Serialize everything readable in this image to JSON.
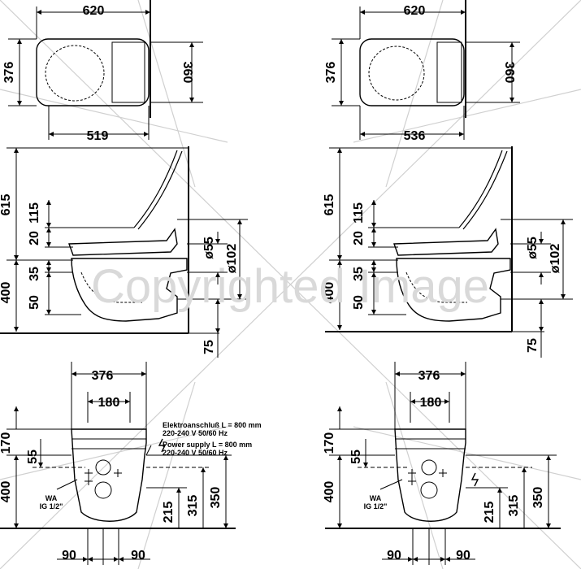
{
  "watermark": "Copyrighted Image",
  "left": {
    "top_view": {
      "width": "620",
      "depth": "376",
      "inner_depth": "360",
      "seat_width": "519"
    },
    "side_view": {
      "h615": "615",
      "h115": "115",
      "h20": "20",
      "h35": "35",
      "h50": "50",
      "h400": "400",
      "h75": "75",
      "d55": "ø55",
      "d102": "ø102"
    },
    "front_view": {
      "w376": "376",
      "w180": "180",
      "h170": "170",
      "h55": "55",
      "h400": "400",
      "h215": "215",
      "h315": "315",
      "h350": "350",
      "w90a": "90",
      "w90b": "90",
      "note_de_1": "Elektroanschluß L = 800 mm",
      "note_de_2": "220-240 V  50/60 Hz",
      "note_en_1": "Power supply L = 800 mm",
      "note_en_2": "220-240 V  50/60 Hz",
      "wa_1": "WA",
      "wa_2": "IG 1/2\""
    }
  },
  "right": {
    "top_view": {
      "width": "620",
      "depth": "376",
      "inner_depth": "360",
      "seat_width": "536"
    },
    "side_view": {
      "h615": "615",
      "h115": "115",
      "h20": "20",
      "h35": "35",
      "h50": "50",
      "h400": "400",
      "h75": "75",
      "d55": "ø55",
      "d102": "ø102"
    },
    "front_view": {
      "w376": "376",
      "w180": "180",
      "h170": "170",
      "h55": "55",
      "h400": "400",
      "h215": "215",
      "h315": "315",
      "h350": "350",
      "w90a": "90",
      "w90b": "90",
      "wa_1": "WA",
      "wa_2": "IG 1/2\""
    }
  }
}
